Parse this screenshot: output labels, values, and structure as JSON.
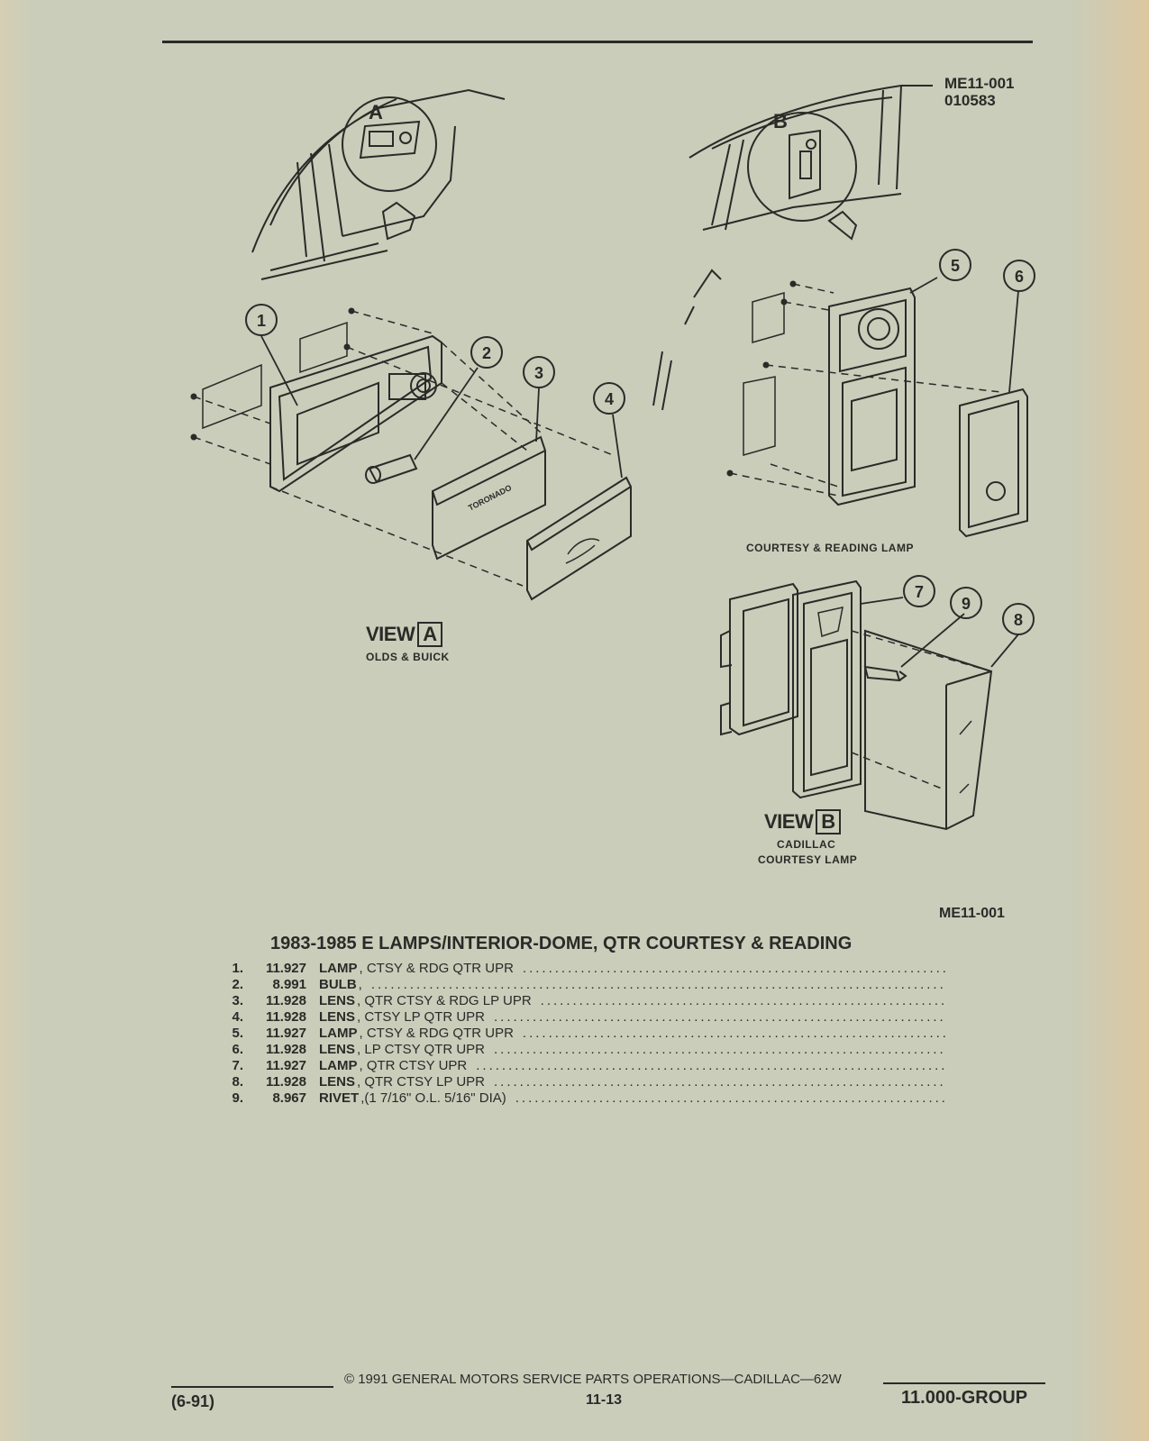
{
  "figure_ids": {
    "top_right_line1": "ME11-001",
    "top_right_line2": "010583",
    "bottom": "ME11-001"
  },
  "view_a": {
    "callout": "A",
    "label": "VIEW",
    "letter": "A",
    "caption": "OLDS & BUICK"
  },
  "view_b": {
    "callout": "B",
    "label": "VIEW",
    "letter": "B",
    "caption_line1": "CADILLAC",
    "caption_line2": "COURTESY LAMP"
  },
  "courtesy_caption": "COURTESY & READING LAMP",
  "callouts": [
    "1",
    "2",
    "3",
    "4",
    "5",
    "6",
    "7",
    "9",
    "8"
  ],
  "emblem_text": "TORONADO",
  "title": "1983-1985 E LAMPS/INTERIOR-DOME, QTR COURTESY & READING",
  "parts": [
    {
      "index": "1.",
      "catalog": "11.927",
      "name": "LAMP",
      "desc": ", CTSY & RDG QTR UPR"
    },
    {
      "index": "2.",
      "catalog": "8.991",
      "name": "BULB",
      "desc": ","
    },
    {
      "index": "3.",
      "catalog": "11.928",
      "name": "LENS",
      "desc": ", QTR CTSY & RDG LP UPR"
    },
    {
      "index": "4.",
      "catalog": "11.928",
      "name": "LENS",
      "desc": ", CTSY LP QTR UPR"
    },
    {
      "index": "5.",
      "catalog": "11.927",
      "name": "LAMP",
      "desc": ", CTSY & RDG QTR UPR"
    },
    {
      "index": "6.",
      "catalog": "11.928",
      "name": "LENS",
      "desc": ", LP CTSY QTR UPR"
    },
    {
      "index": "7.",
      "catalog": "11.927",
      "name": "LAMP",
      "desc": ", QTR CTSY UPR"
    },
    {
      "index": "8.",
      "catalog": "11.928",
      "name": "LENS",
      "desc": ", QTR CTSY LP UPR"
    },
    {
      "index": "9.",
      "catalog": "8.967",
      "name": "RIVET",
      "desc": ",(1 7/16\" O.L. 5/16\" DIA)"
    }
  ],
  "footer": {
    "date": "(6-91)",
    "copyright": "© 1991 GENERAL MOTORS SERVICE PARTS OPERATIONS—CADILLAC—62W",
    "page": "11-13",
    "group": "11.000-GROUP"
  }
}
